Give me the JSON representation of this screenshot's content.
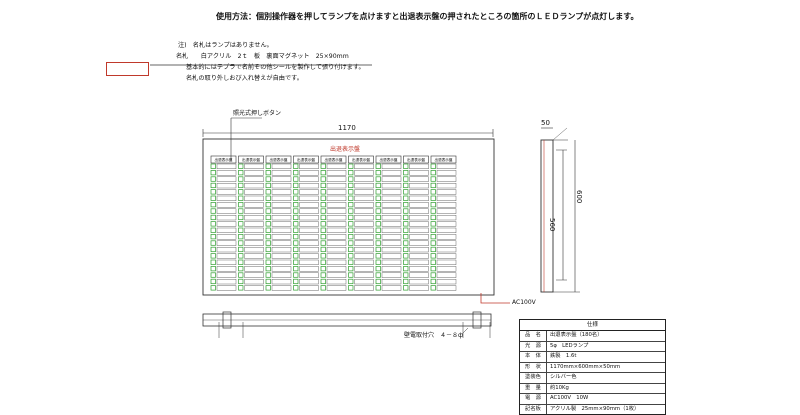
{
  "usage": "使用方法：個別操作器を押してランプを点けますと出退表示盤の押されたところの箇所のＬＥＤランプが点灯します。",
  "notes": {
    "lines": [
      "注)　名札はランプはありません。",
      "名札　　白アクリル　2ｔ　板　裏面マグネット　25×90mm",
      "基本的にはテプラで名前その他シールを製作して張り付けます。",
      "名札の取り外しおび入れ替えが自由です。"
    ]
  },
  "drawing": {
    "push_button_label": "照光式押しボタン",
    "width_dim": "1170",
    "board_title": "出退表示盤",
    "header_cell": "出退表示盤",
    "columns": 9,
    "rows": 20,
    "side_depth_dim": "50",
    "side_inner_dim": "560",
    "side_height_dim": "600",
    "power_label": "AC100V",
    "mount_hole_label": "壁電取付穴　４－８ф"
  },
  "spec": {
    "title": "仕様",
    "rows": [
      {
        "key": "品　名",
        "value": "出退表示盤（180名）"
      },
      {
        "key": "光　源",
        "value": "5φ　LEDランプ"
      },
      {
        "key": "本　体",
        "value": "鉄製　1.6t"
      },
      {
        "key": "形　状",
        "value": "1170mm×600mm×50mm"
      },
      {
        "key": "塗装色",
        "value": "シルバー色"
      },
      {
        "key": "重　量",
        "value": "約10Kg"
      },
      {
        "key": "電　源",
        "value": "AC100V　10W"
      },
      {
        "key": "記名板",
        "value": "アクリル製　25mm×90mm（1枚）"
      }
    ]
  },
  "colors": {
    "line": "#333333",
    "led": "#2e9e2e",
    "accent": "#c0392b"
  }
}
